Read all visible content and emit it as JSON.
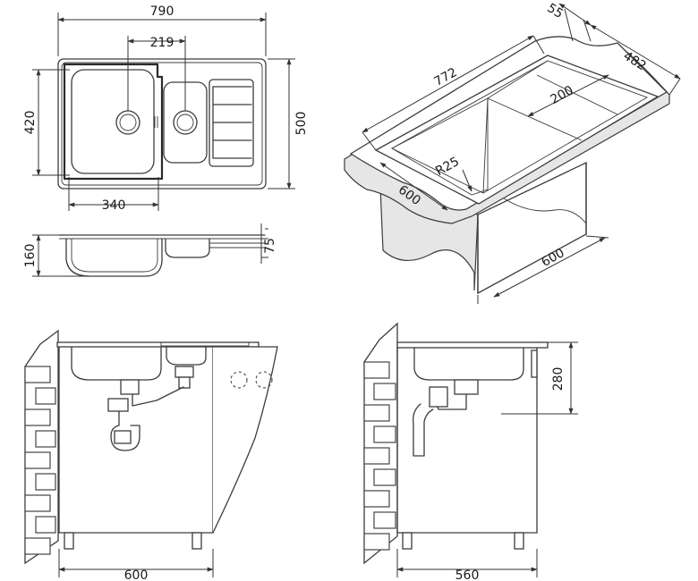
{
  "top_view": {
    "overall_width": "790",
    "bowl_spacing": "219",
    "bowl_depth": "420",
    "overall_depth": "500",
    "bowl_width": "340"
  },
  "side_view": {
    "total_height": "160",
    "small_bowl_depth": "75"
  },
  "iso_view": {
    "edge_thickness": "55",
    "side_depth": "482",
    "length": "772",
    "drainer_width": "200",
    "corner_radius": "R25",
    "cabinet_front": "600",
    "cabinet_side": "600"
  },
  "front_section": {
    "cabinet_width": "600"
  },
  "side_section": {
    "bowl_height": "280",
    "cabinet_depth": "560"
  }
}
